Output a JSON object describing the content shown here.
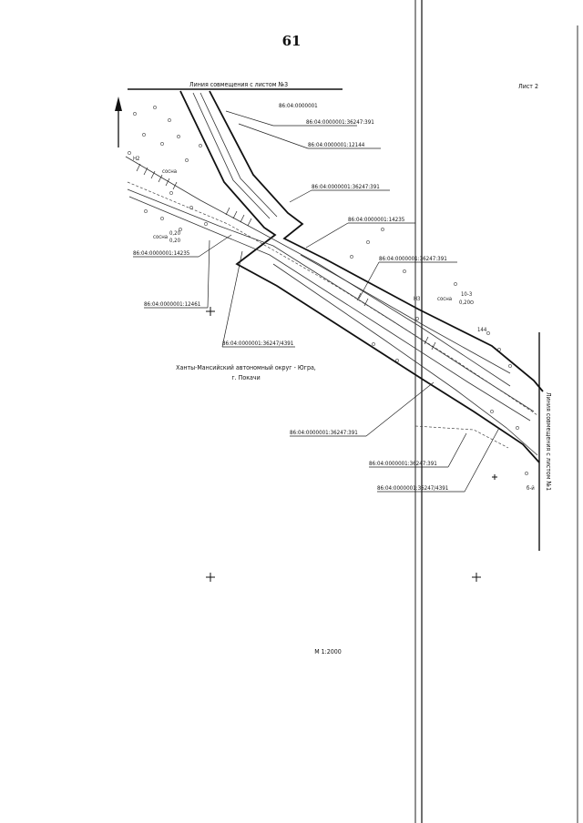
{
  "page_number": "61",
  "sheet_label": "Лист 2",
  "match_line_top": "Линия совмещения с листом №3",
  "match_line_right": "Линия совмещения с листом №1",
  "region": {
    "line1": "Ханты-Мансийский автономный округ - Югра,",
    "line2": "г. Покачи"
  },
  "scale": "М 1:2000",
  "parcels": {
    "p_block": "86:04:0000001",
    "p1": "86:04:0000001:36247:391",
    "p2": "86:04:0000001:12144",
    "p3": "86:04:0000001:36247:391",
    "p4": "86:04:0000001:14235",
    "p5": "86:04:0000001:14235",
    "p6": "86:04:0000001:36247:391",
    "p7": "86:04:0000001:12461",
    "p8": "86:04:0000001:36247/4391",
    "p9": "86:04:0000001:36247:391",
    "p10": "86:04:0000001:36247:391",
    "p11": "86:04:0000001:36247/4391"
  },
  "map_notes": {
    "tree_1": "сосна",
    "tree_2": "сосна",
    "tree_3": "сосна",
    "frac_1_top": "0,20",
    "frac_1_bottom": "0,20",
    "frac_2_top": "10-3",
    "frac_2_bottom": "0,20",
    "tree_count": "144",
    "mark_1": "Н2",
    "mark_2": "Н3",
    "mark_3": "б-й"
  }
}
